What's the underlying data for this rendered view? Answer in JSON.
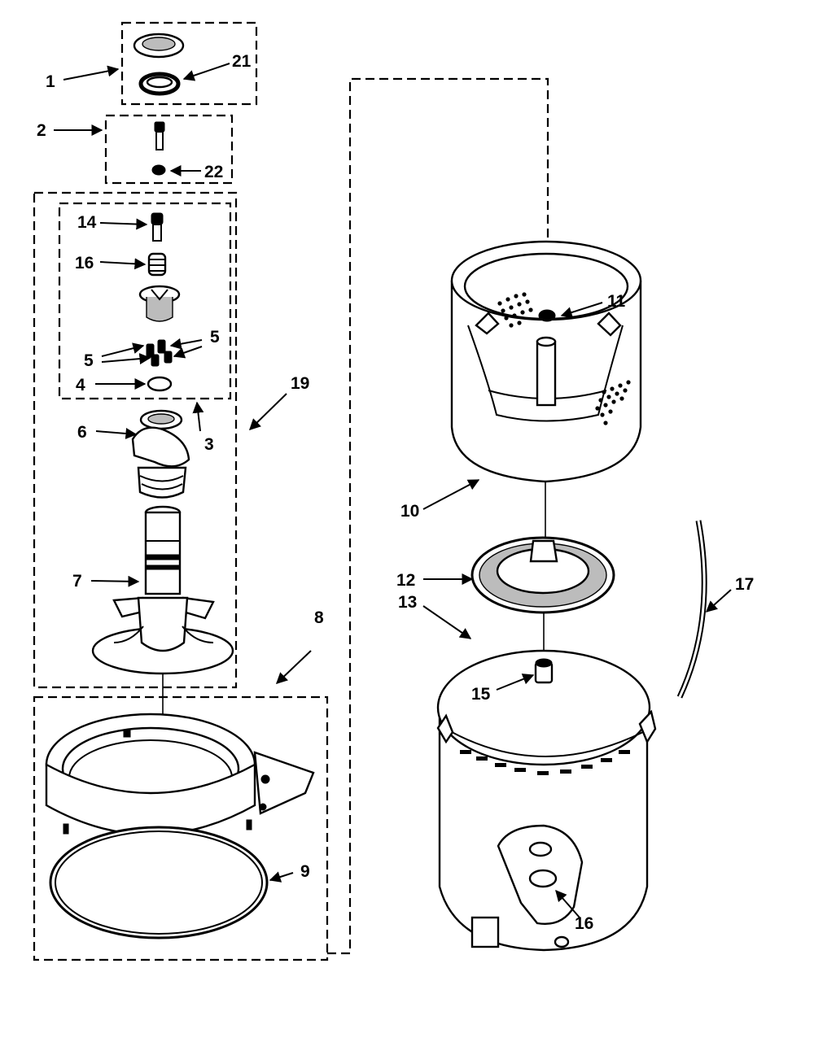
{
  "diagram": {
    "part_labels": {
      "p1": "1",
      "p2": "2",
      "p3": "3",
      "p4": "4",
      "p5a": "5",
      "p5b": "5",
      "p6": "6",
      "p7": "7",
      "p8": "8",
      "p9": "9",
      "p10": "10",
      "p11": "11",
      "p12": "12",
      "p13": "13",
      "p14": "14",
      "p15": "15",
      "p16a": "16",
      "p16b": "16",
      "p17": "17",
      "p19": "19",
      "p21": "21",
      "p22": "22"
    },
    "colors": {
      "ink": "#000000",
      "paper": "#ffffff"
    }
  }
}
